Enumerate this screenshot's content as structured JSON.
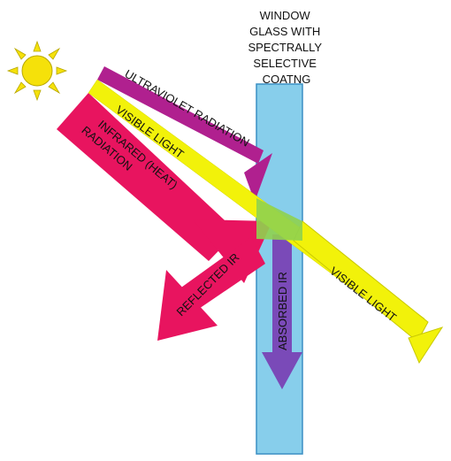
{
  "glass": {
    "title_lines": [
      "WINDOW",
      "GLASS WITH",
      "SPECTRALLY",
      "SELECTIVE",
      "COATNG"
    ]
  },
  "labels": {
    "ultraviolet": "ULTRAVIOLET RADIATION",
    "visible_in": "VISIBLE LIGHT",
    "infrared_line1": "INFRARED (HEAT)",
    "infrared_line2": "RADIATION",
    "reflected": "REFLECTED IR",
    "absorbed": "ABSORBED IR",
    "visible_out": "VISIBLE LIGHT"
  },
  "colors": {
    "glass_fill": "#87ceeb",
    "glass_stroke": "#3a8fc4",
    "ultraviolet": "#b0208f",
    "visible": "#f2f20a",
    "infrared": "#e8145f",
    "absorbed": "#7a4ab8",
    "overlap": "#8fd14f",
    "sun": "#f5e10a"
  }
}
